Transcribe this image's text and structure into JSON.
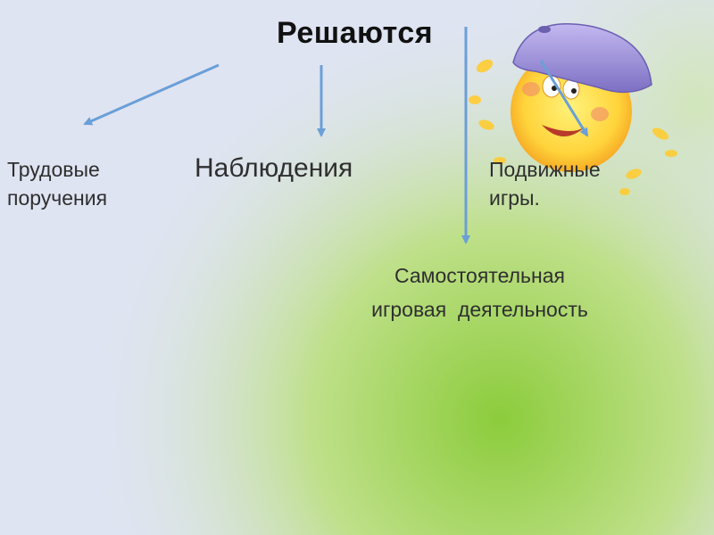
{
  "diagram": {
    "title": "Решаются",
    "nodes": {
      "labor": [
        "Трудовые",
        "поручения"
      ],
      "observation": "Наблюдения",
      "games": [
        "Подвижные",
        "игры."
      ],
      "independent": [
        "Самостоятельная",
        "игровая  деятельность"
      ]
    },
    "edges": [
      {
        "from": "title",
        "to": "labor"
      },
      {
        "from": "title",
        "to": "observation"
      },
      {
        "from": "title",
        "to": "independent"
      },
      {
        "from": "title",
        "to": "games"
      }
    ],
    "arrow_color": "#6a9fd8"
  },
  "decor": {
    "icon": "sun-with-beret-icon",
    "sun_color": "#ffd43b",
    "beret_color": "#9b8fd6"
  }
}
